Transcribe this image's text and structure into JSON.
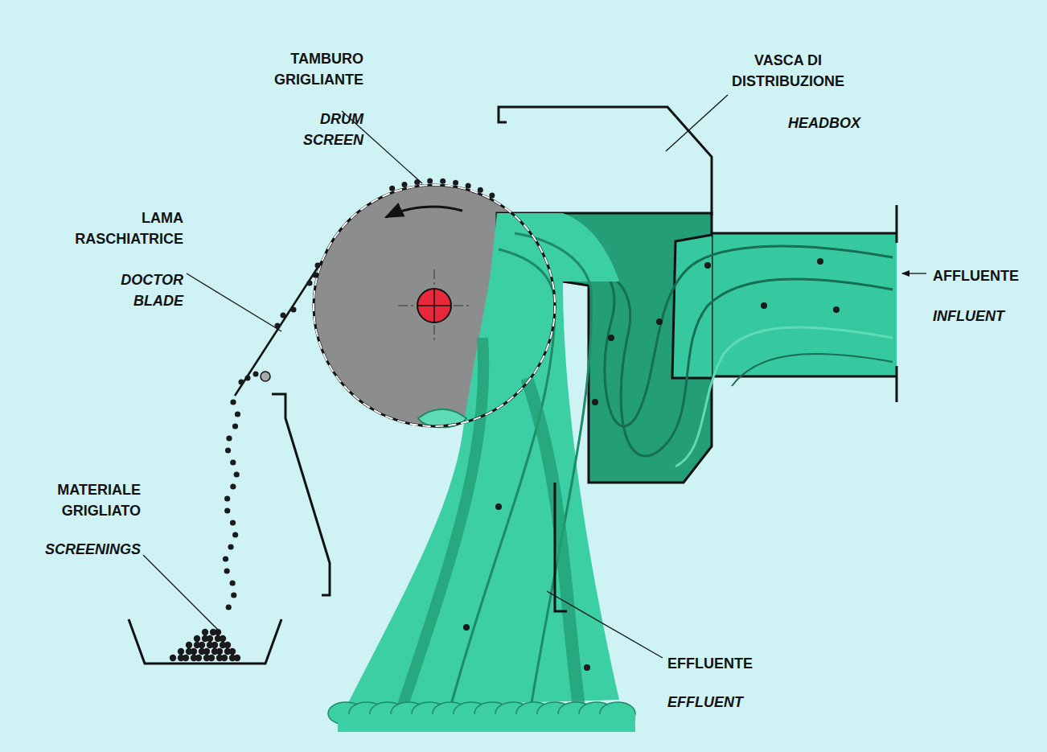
{
  "diagram": {
    "labels": [
      "TAMBURO GRIGLIANTE",
      "DRUM SCREEN",
      "VASCA DI DISTRIBUZIONE",
      "HEADBOX",
      "LAMA RASCHIATRICE",
      "DOCTOR BLADE",
      "AFFLUENTE",
      "INFLUENT",
      "MATERIALE GRIGLIATO",
      "SCREENINGS",
      "EFFLUENTE",
      "EFFLUENT"
    ]
  }
}
